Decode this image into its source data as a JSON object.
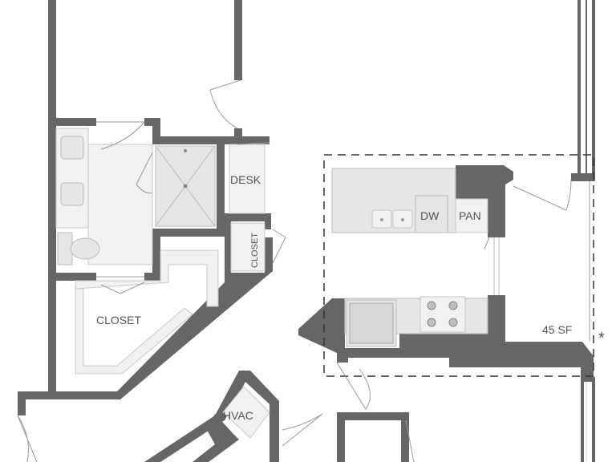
{
  "labels": {
    "desk": "DESK",
    "closet_small": "CLOSET",
    "closet_main": "CLOSET",
    "dishwasher": "DW",
    "pantry": "PAN",
    "area": "45 SF",
    "asterisk": "*",
    "hvac": "HVAC"
  },
  "colors": {
    "wall": "#666666",
    "fixture": "#e6e6e6",
    "background": "#ffffff",
    "text": "#555555"
  }
}
